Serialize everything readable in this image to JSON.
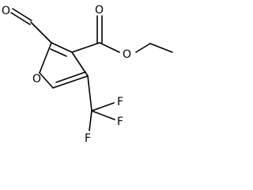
{
  "molecule": {
    "atoms": {
      "aldehyde_oxygen": "O",
      "ring_oxygen": "O",
      "ester_carbonyl_oxygen": "O",
      "ester_ether_oxygen": "O",
      "fluorine_1": "F",
      "fluorine_2": "F",
      "fluorine_3": "F"
    }
  },
  "colors": {
    "bond": "#000000",
    "label": "#000000",
    "background": "#ffffff"
  }
}
